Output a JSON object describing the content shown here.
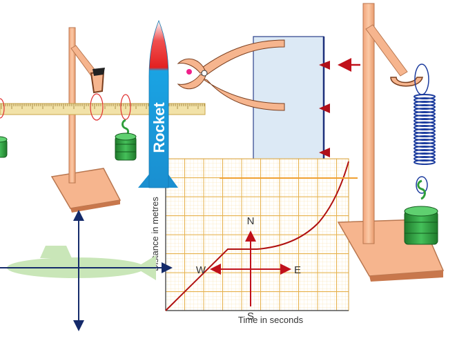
{
  "rocket": {
    "label": "Rocket"
  },
  "graph": {
    "y_axis_label": "Distance in metres",
    "x_axis_label": "Time in seconds"
  },
  "compass": {
    "north": "N",
    "south": "S",
    "east": "E",
    "west": "W"
  },
  "colors": {
    "wood": "#f6b58e",
    "wood_edge": "#b8764f",
    "ruler": "#f2e2a8",
    "weight_green": "#2e9e3a",
    "rocket_blue": "#1aa3e3",
    "rocket_red": "#e32020",
    "graph_line": "#b01010",
    "grid": "#f0c070",
    "arrow_red": "#c0101a",
    "axis_navy": "#142a6a",
    "submarine": "#c9e6b8",
    "tank": "#dce9f5",
    "spring": "#1c3c9e"
  },
  "icons": [
    "retort-stand-icon",
    "ruler-icon",
    "hanging-weight-icon",
    "rocket-icon",
    "pliers-icon",
    "water-tank-icon",
    "spring-balance-icon",
    "submarine-icon",
    "compass-icon",
    "distance-time-graph-icon"
  ]
}
